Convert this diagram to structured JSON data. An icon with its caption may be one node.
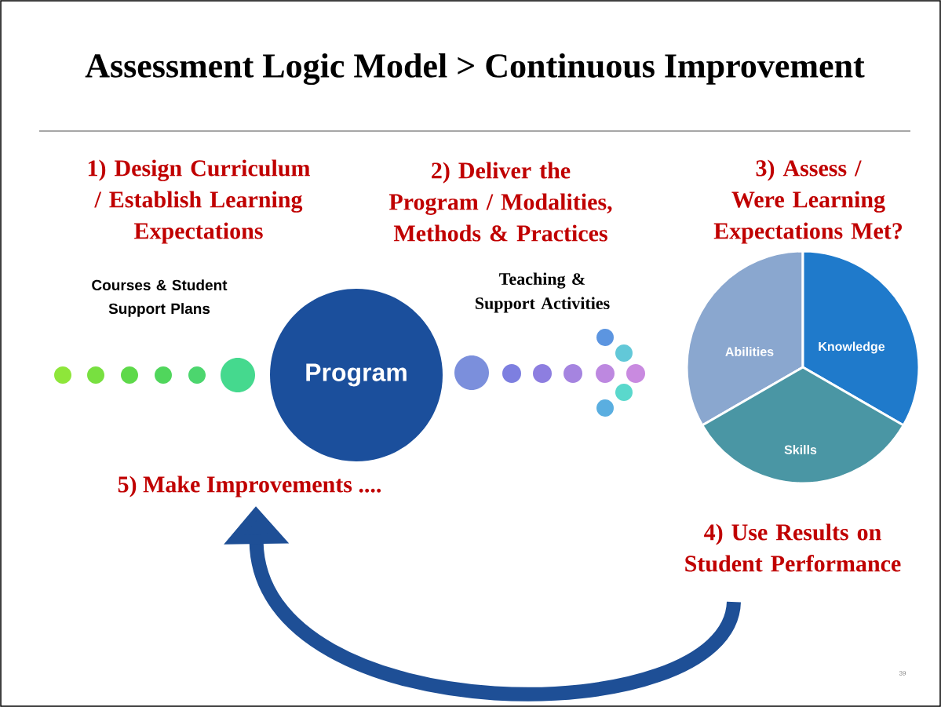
{
  "diagram": {
    "title": "Assessment Logic Model > Continuous Improvement",
    "nodes": [
      {
        "text": [
          "Program"
        ]
      },
      {
        "text": [
          "Abilities"
        ]
      },
      {
        "text": [
          "Knowledge"
        ]
      },
      {
        "text": [
          "Skills"
        ]
      },
      {
        "text": [
          "4) Use Results on Student Performance"
        ]
      },
      {
        "text": [
          "5) Make Improvements ...."
        ]
      }
    ],
    "edges": [
      {
        "from": 4,
        "to": 5,
        "arrow": "to",
        "color": "#1e4f96"
      }
    ],
    "labels": [
      "1) Design Curriculum / Establish Learning Expectations",
      "2) Deliver the Program / Modalities, Methods & Practices",
      "3) Assess / Were Learning Expectations Met?",
      "Courses & Student Support Plans",
      "Teaching & Support Activities",
      "39"
    ]
  }
}
